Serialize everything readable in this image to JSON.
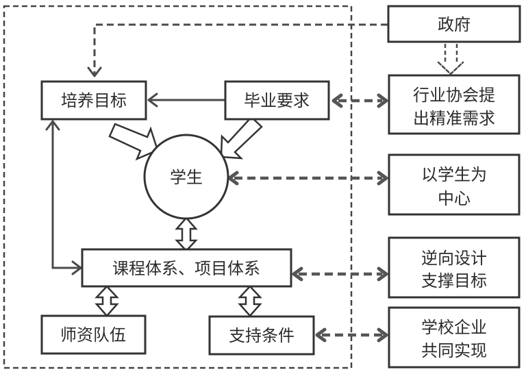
{
  "diagram": {
    "nodes": {
      "government": {
        "lines": [
          "政府"
        ]
      },
      "training_goal": {
        "lines": [
          "培养目标"
        ]
      },
      "graduation_req": {
        "lines": [
          "毕业要求"
        ]
      },
      "student": {
        "lines": [
          "学生"
        ]
      },
      "curriculum": {
        "lines": [
          "课程体系、项目体系"
        ]
      },
      "faculty": {
        "lines": [
          "师资队伍"
        ]
      },
      "support": {
        "lines": [
          "支持条件"
        ]
      },
      "industry": {
        "lines": [
          "行业协会提",
          "出精准需求"
        ]
      },
      "student_centered": {
        "lines": [
          "以学生为",
          "中心"
        ]
      },
      "reverse_design": {
        "lines": [
          "逆向设计",
          "支撑目标"
        ]
      },
      "school_enterprise": {
        "lines": [
          "学校企业",
          "共同实现"
        ]
      }
    },
    "edges": [
      {
        "from": "government",
        "to": "training_goal",
        "style": "dashed",
        "direction": "forward"
      },
      {
        "from": "government",
        "to": "industry",
        "style": "dashed-hollow",
        "direction": "forward"
      },
      {
        "from": "graduation_req",
        "to": "training_goal",
        "style": "solid",
        "direction": "forward"
      },
      {
        "from": "training_goal",
        "to": "student",
        "style": "hollow-block",
        "direction": "forward"
      },
      {
        "from": "graduation_req",
        "to": "student",
        "style": "hollow-block",
        "direction": "forward"
      },
      {
        "from": "student",
        "to": "curriculum",
        "style": "hollow-double",
        "direction": "both"
      },
      {
        "from": "training_goal",
        "to": "curriculum",
        "style": "solid",
        "direction": "both"
      },
      {
        "from": "curriculum",
        "to": "faculty",
        "style": "hollow-double",
        "direction": "both"
      },
      {
        "from": "curriculum",
        "to": "support",
        "style": "hollow-double",
        "direction": "both"
      },
      {
        "from": "graduation_req",
        "to": "industry",
        "style": "dashed-thick",
        "direction": "both"
      },
      {
        "from": "student",
        "to": "student_centered",
        "style": "dashed-thick",
        "direction": "both"
      },
      {
        "from": "curriculum",
        "to": "reverse_design",
        "style": "dashed-thick",
        "direction": "both"
      },
      {
        "from": "support",
        "to": "school_enterprise",
        "style": "dashed-thick",
        "direction": "both"
      }
    ]
  }
}
